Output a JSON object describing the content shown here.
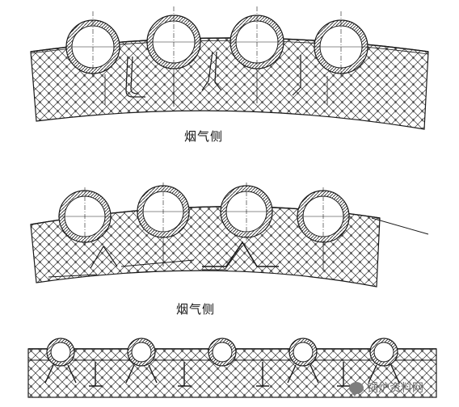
{
  "figure": {
    "captions": {
      "panel_1": "烟气侧",
      "panel_2": "烟气侧"
    },
    "watermark": "锅炉资料网",
    "colors": {
      "line": "#1a1a1a",
      "background": "#ffffff",
      "hatch": "#333333"
    },
    "panels": [
      {
        "id": "curved-wall-upper",
        "tube_count": 4,
        "shape": "curved"
      },
      {
        "id": "curved-wall-middle",
        "tube_count": 4,
        "shape": "curved"
      },
      {
        "id": "flat-wall-lower",
        "tube_count": 5,
        "shape": "flat"
      }
    ]
  }
}
